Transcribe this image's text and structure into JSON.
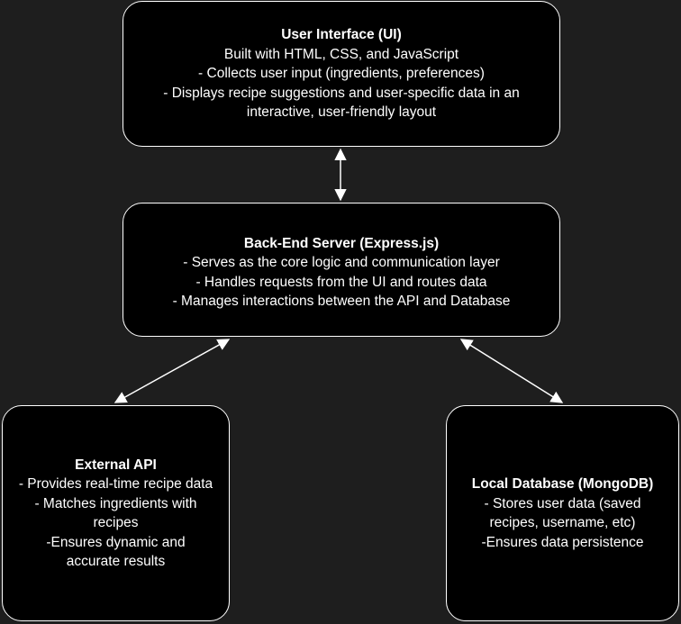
{
  "nodes": {
    "ui": {
      "title": "User Interface (UI)",
      "lines": [
        "Built with HTML, CSS, and JavaScript",
        "- Collects user input (ingredients, preferences)",
        "- Displays recipe suggestions and user-specific data in an",
        "interactive, user-friendly layout"
      ]
    },
    "server": {
      "title": "Back-End Server (Express.js)",
      "lines": [
        "- Serves as the core logic and communication layer",
        "- Handles requests from the UI and routes data",
        "- Manages interactions between the API and Database"
      ]
    },
    "api": {
      "title": "External API",
      "lines": [
        "- Provides real-time recipe data",
        "- Matches ingredients with",
        "recipes",
        "-Ensures dynamic and",
        "accurate results"
      ]
    },
    "db": {
      "title": "Local Database (MongoDB)",
      "lines": [
        "- Stores user data (saved",
        "recipes, username, etc)",
        "-Ensures data persistence"
      ]
    }
  },
  "colors": {
    "background": "#1e1e1e",
    "node_fill": "#000000",
    "stroke": "#ffffff",
    "text": "#ffffff"
  }
}
